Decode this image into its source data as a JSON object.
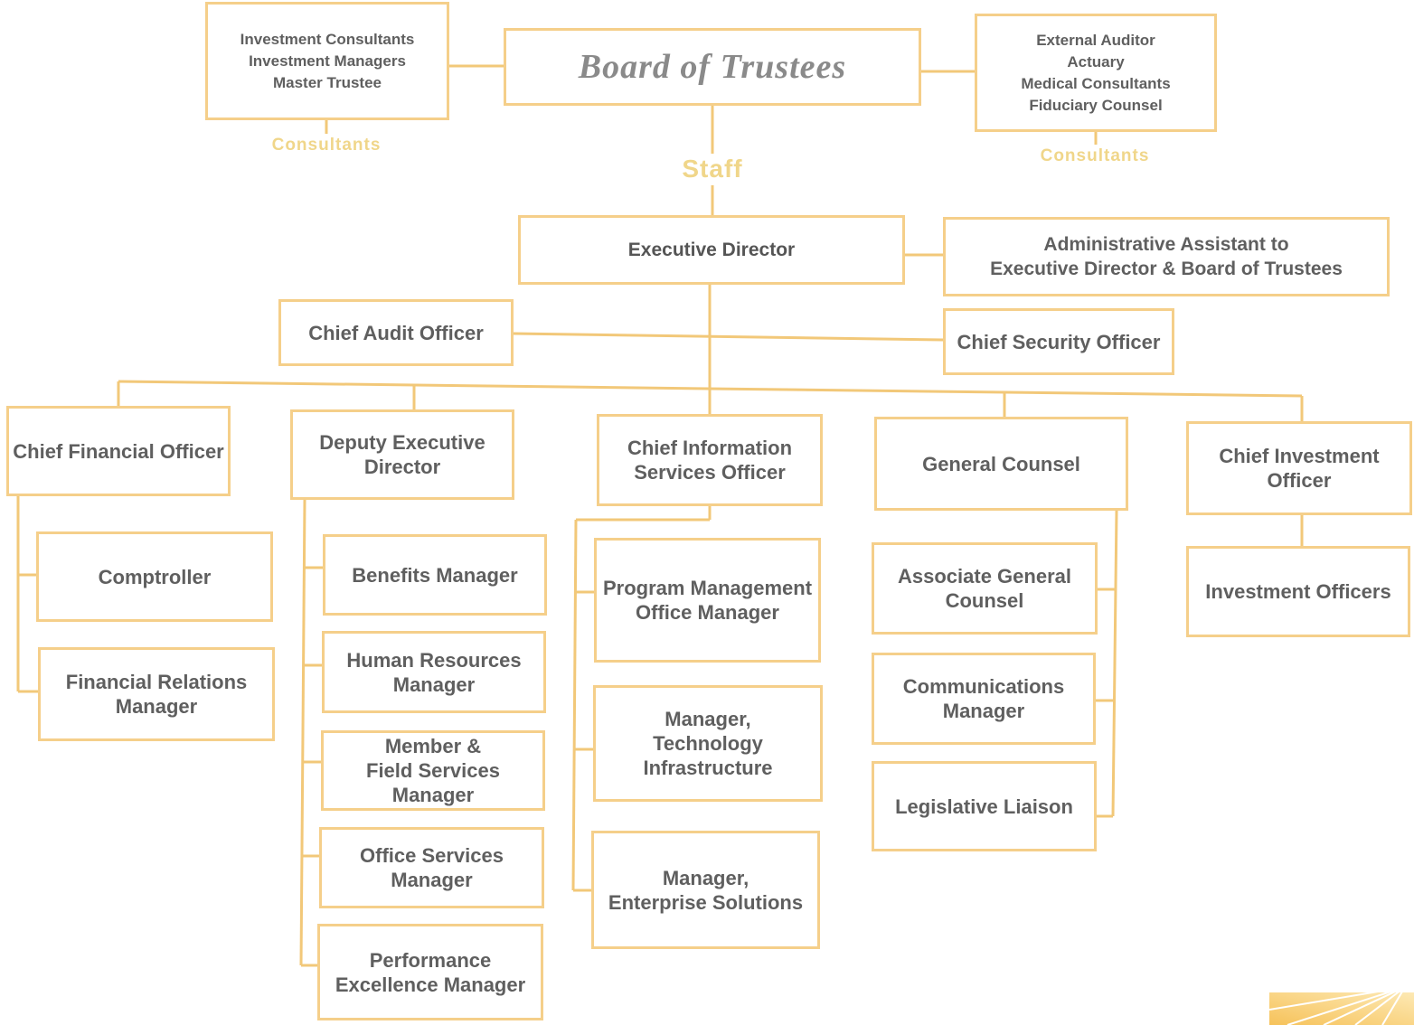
{
  "board": {
    "title": "Board of Trustees"
  },
  "consultants_left": {
    "items": "Investment Consultants\nInvestment Managers\nMaster Trustee",
    "label": "Consultants"
  },
  "consultants_right": {
    "items": "External Auditor\nActuary\nMedical Consultants\nFiduciary Counsel",
    "label": "Consultants"
  },
  "staff_label": "Staff",
  "executive": {
    "director": "Executive Director",
    "assistant": "Administrative Assistant to\nExecutive Director & Board of Trustees",
    "audit": "Chief Audit Officer",
    "security": "Chief Security Officer"
  },
  "divisions": {
    "cfo": {
      "title": "Chief Financial Officer",
      "reports": [
        "Comptroller",
        "Financial Relations\nManager"
      ]
    },
    "deputy": {
      "title": "Deputy Executive\nDirector",
      "reports": [
        "Benefits Manager",
        "Human Resources\nManager",
        "Member &\nField Services\nManager",
        "Office Services\nManager",
        "Performance\nExcellence Manager"
      ]
    },
    "cio": {
      "title": "Chief Information\nServices Officer",
      "reports": [
        "Program Management\nOffice Manager",
        "Manager,\nTechnology\nInfrastructure",
        "Manager,\nEnterprise Solutions"
      ]
    },
    "counsel": {
      "title": "General Counsel",
      "reports": [
        "Associate General\nCounsel",
        "Communications\nManager",
        "Legislative Liaison"
      ]
    },
    "invest": {
      "title": "Chief Investment\nOfficer",
      "reports": [
        "Investment Officers"
      ]
    }
  },
  "colors": {
    "box_border": "#f5cf8a",
    "line": "#f2c879",
    "label": "#f0d68a",
    "text": "#5f5f5f"
  }
}
